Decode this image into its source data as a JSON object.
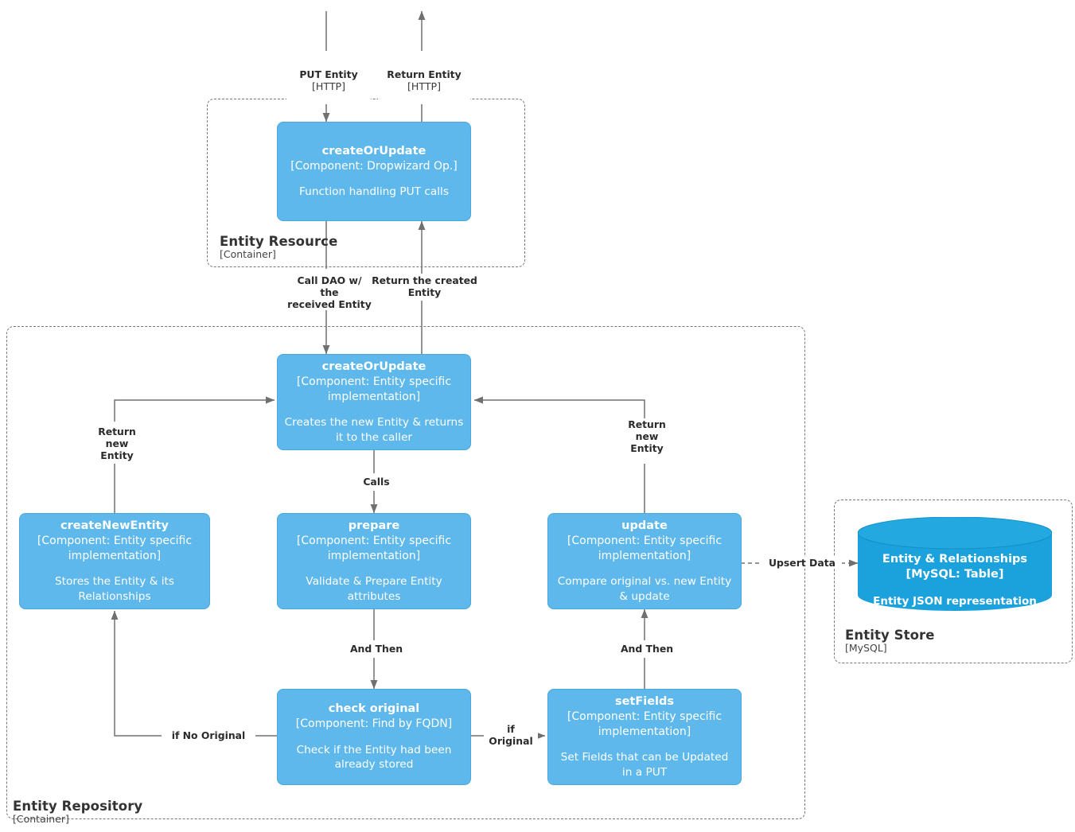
{
  "diagram": {
    "type": "c4-component-diagram",
    "colors": {
      "component_fill": "#5EB8EB",
      "database_fill": "#1BA1DC",
      "boundary_stroke": "#777777",
      "edge_stroke": "#707070",
      "label_text": "#2b2b2b",
      "node_text": "#ffffff",
      "background": "#ffffff"
    }
  },
  "boundaries": [
    {
      "id": "entity-resource",
      "name": "Entity Resource",
      "tech": "[Container]"
    },
    {
      "id": "entity-repository",
      "name": "Entity Repository",
      "tech": "[Container]"
    },
    {
      "id": "entity-store",
      "name": "Entity Store",
      "tech": "[MySQL]"
    }
  ],
  "nodes": [
    {
      "id": "resource-create-or-update",
      "title": "createOrUpdate",
      "tech": "[Component: Dropwizard Op.]",
      "description": "Function handling PUT calls"
    },
    {
      "id": "repo-create-or-update",
      "title": "createOrUpdate",
      "tech": "[Component: Entity specific implementation]",
      "description": "Creates the new Entity &\nreturns it to the caller"
    },
    {
      "id": "create-new-entity",
      "title": "createNewEntity",
      "tech": "[Component: Entity specific implementation]",
      "description": "Stores the Entity\n& its Relationships"
    },
    {
      "id": "prepare",
      "title": "prepare",
      "tech": "[Component: Entity specific implementation]",
      "description": "Validate & Prepare\nEntity attributes"
    },
    {
      "id": "update",
      "title": "update",
      "tech": "[Component: Entity specific implementation]",
      "description": "Compare original vs. new\nEntity & update"
    },
    {
      "id": "check-original",
      "title": "check original",
      "tech": "[Component: Find by FQDN]",
      "description": "Check if the Entity\nhad been already stored"
    },
    {
      "id": "set-fields",
      "title": "setFields",
      "tech": "[Component: Entity specific implementation]",
      "description": "Set Fields that can\nbe Updated in a PUT"
    }
  ],
  "database": {
    "id": "entity-relationships-table",
    "title": "Entity & Relationships",
    "tech": "[MySQL: Table]",
    "description": "Entity JSON representation"
  },
  "edges": [
    {
      "id": "put-entity",
      "label": "PUT Entity",
      "tech": "[HTTP]",
      "from": "external",
      "to": "resource-create-or-update"
    },
    {
      "id": "return-entity",
      "label": "Return Entity",
      "tech": "[HTTP]",
      "from": "resource-create-or-update",
      "to": "external"
    },
    {
      "id": "call-dao",
      "label": "Call DAO w/\nthe\nreceived Entity",
      "tech": "",
      "from": "resource-create-or-update",
      "to": "repo-create-or-update"
    },
    {
      "id": "return-created-entity",
      "label": "Return the created\nEntity",
      "tech": "",
      "from": "repo-create-or-update",
      "to": "resource-create-or-update"
    },
    {
      "id": "return-new-entity-left",
      "label": "Return\nnew\nEntity",
      "tech": "",
      "from": "create-new-entity",
      "to": "repo-create-or-update"
    },
    {
      "id": "return-new-entity-right",
      "label": "Return\nnew\nEntity",
      "tech": "",
      "from": "update",
      "to": "repo-create-or-update"
    },
    {
      "id": "calls",
      "label": "Calls",
      "tech": "",
      "from": "repo-create-or-update",
      "to": "prepare"
    },
    {
      "id": "and-then-left",
      "label": "And Then",
      "tech": "",
      "from": "prepare",
      "to": "check-original"
    },
    {
      "id": "and-then-right",
      "label": "And Then",
      "tech": "",
      "from": "set-fields",
      "to": "update"
    },
    {
      "id": "if-no-original",
      "label": "if No Original",
      "tech": "",
      "from": "check-original",
      "to": "create-new-entity"
    },
    {
      "id": "if-original",
      "label": "if\nOriginal",
      "tech": "",
      "from": "check-original",
      "to": "set-fields"
    },
    {
      "id": "upsert-data",
      "label": "Upsert Data",
      "tech": "",
      "from": "update",
      "to": "entity-relationships-table"
    }
  ]
}
